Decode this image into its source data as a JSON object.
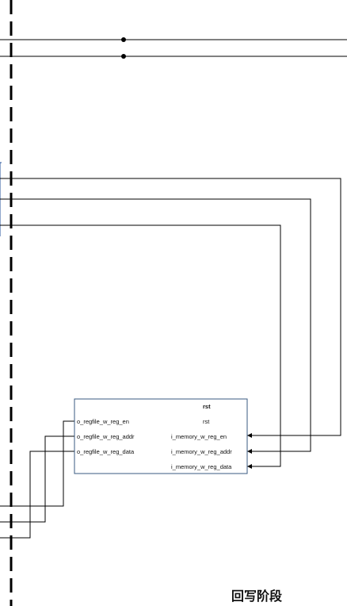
{
  "stage_label": "回写阶段",
  "module": {
    "header_label": "rst",
    "input_ports": [
      "rst",
      "i_memory_w_reg_en",
      "i_memory_w_reg_addr",
      "i_memory_w_reg_data"
    ],
    "output_ports": [
      "o_regfile_w_reg_en",
      "o_regfile_w_reg_addr",
      "o_regfile_w_reg_data"
    ]
  },
  "colors": {
    "wire": "#000000",
    "module_border": "#3a5a80",
    "port_line": "#1f4e9a"
  }
}
